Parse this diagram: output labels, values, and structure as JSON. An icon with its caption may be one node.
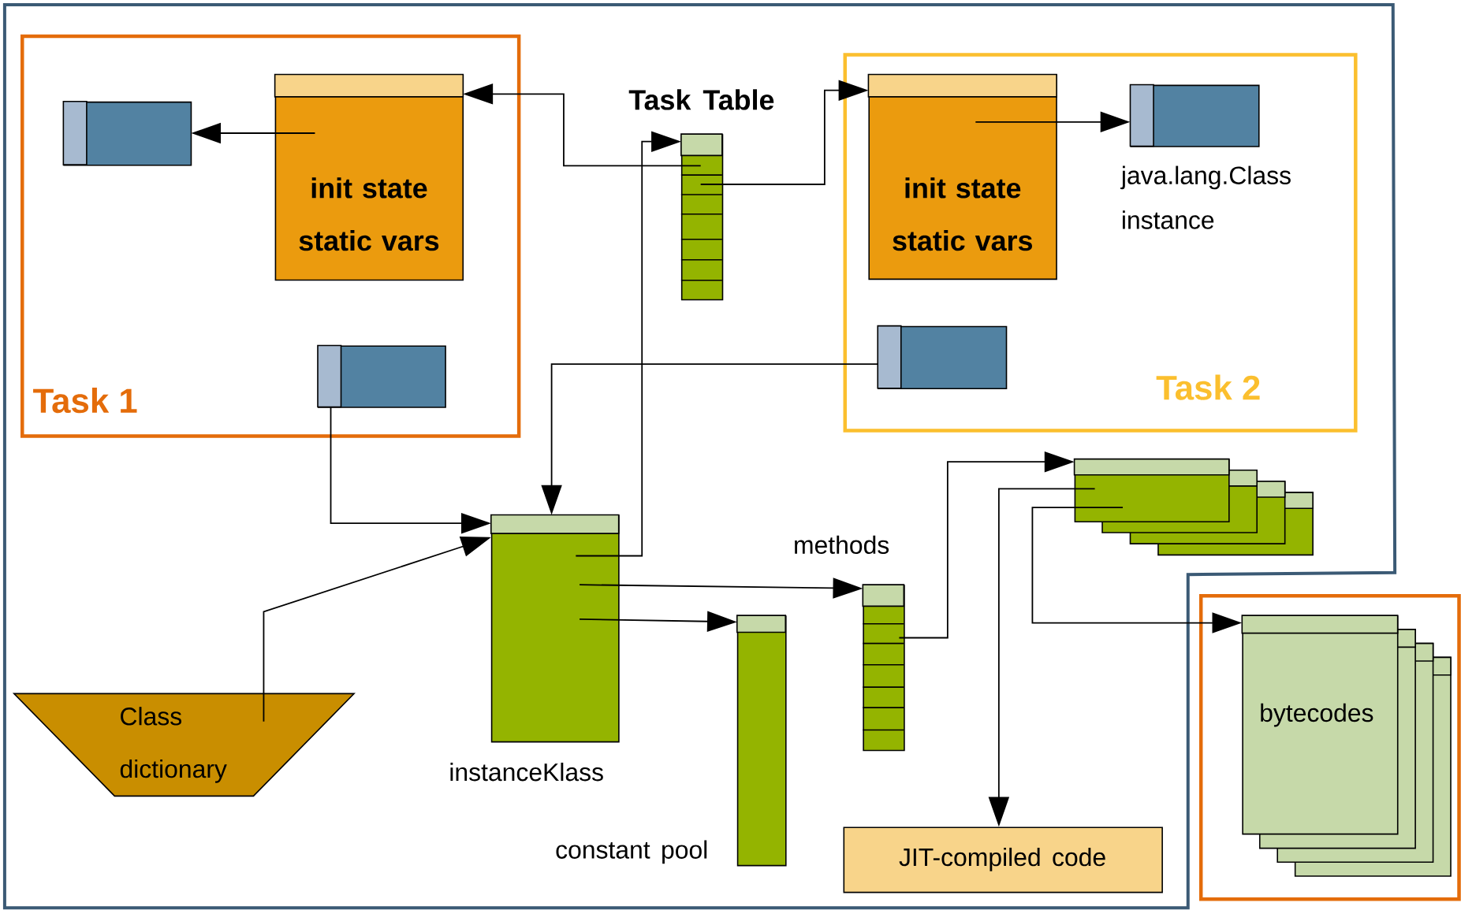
{
  "diagram": {
    "nodes": [
      {
        "text": [
          "Task 1"
        ]
      },
      {
        "text": [
          "Task 2"
        ]
      },
      {
        "text": [
          "init state static vars"
        ],
        "in": 0
      },
      {
        "text": [],
        "shape": "box",
        "in": 0
      },
      {
        "text": [],
        "shape": "box",
        "in": 0
      },
      {
        "text": [
          "Task Table"
        ]
      },
      {
        "text": [
          "init state static vars"
        ],
        "in": 1
      },
      {
        "text": [],
        "shape": "box",
        "in": 1,
        "beside": [
          "java.lang.Class instance"
        ]
      },
      {
        "text": [],
        "shape": "box",
        "in": 1
      },
      {
        "text": [],
        "shape": "box",
        "beside": [
          "instanceKlass"
        ]
      },
      {
        "text": [
          "Class dictionary"
        ]
      },
      {
        "text": [],
        "shape": "box",
        "beside": [
          "constant pool"
        ]
      },
      {
        "text": [
          "methods"
        ]
      },
      {
        "text": [],
        "shape": "box"
      },
      {
        "text": [
          "JIT-compiled code"
        ]
      },
      {
        "text": [],
        "shape": "box"
      },
      {
        "text": [
          "bytecodes"
        ],
        "in": 15
      }
    ],
    "edges": [
      {
        "from": 2,
        "to": 3,
        "arrow": "to"
      },
      {
        "from": 5,
        "to": 2,
        "arrow": "to"
      },
      {
        "from": 5,
        "to": 6,
        "arrow": "to"
      },
      {
        "from": 6,
        "to": 7,
        "arrow": "to"
      },
      {
        "from": 9,
        "to": 5,
        "arrow": "to"
      },
      {
        "from": 8,
        "to": 9,
        "arrow": "to"
      },
      {
        "from": 4,
        "to": 9,
        "arrow": "to"
      },
      {
        "from": 10,
        "to": 9,
        "arrow": "to"
      },
      {
        "from": 9,
        "to": 12,
        "arrow": "to"
      },
      {
        "from": 9,
        "to": 11,
        "arrow": "to"
      },
      {
        "from": 12,
        "to": 13,
        "arrow": "to"
      },
      {
        "from": 13,
        "to": 14,
        "arrow": "to"
      },
      {
        "from": 13,
        "to": 16,
        "arrow": "to"
      }
    ]
  }
}
